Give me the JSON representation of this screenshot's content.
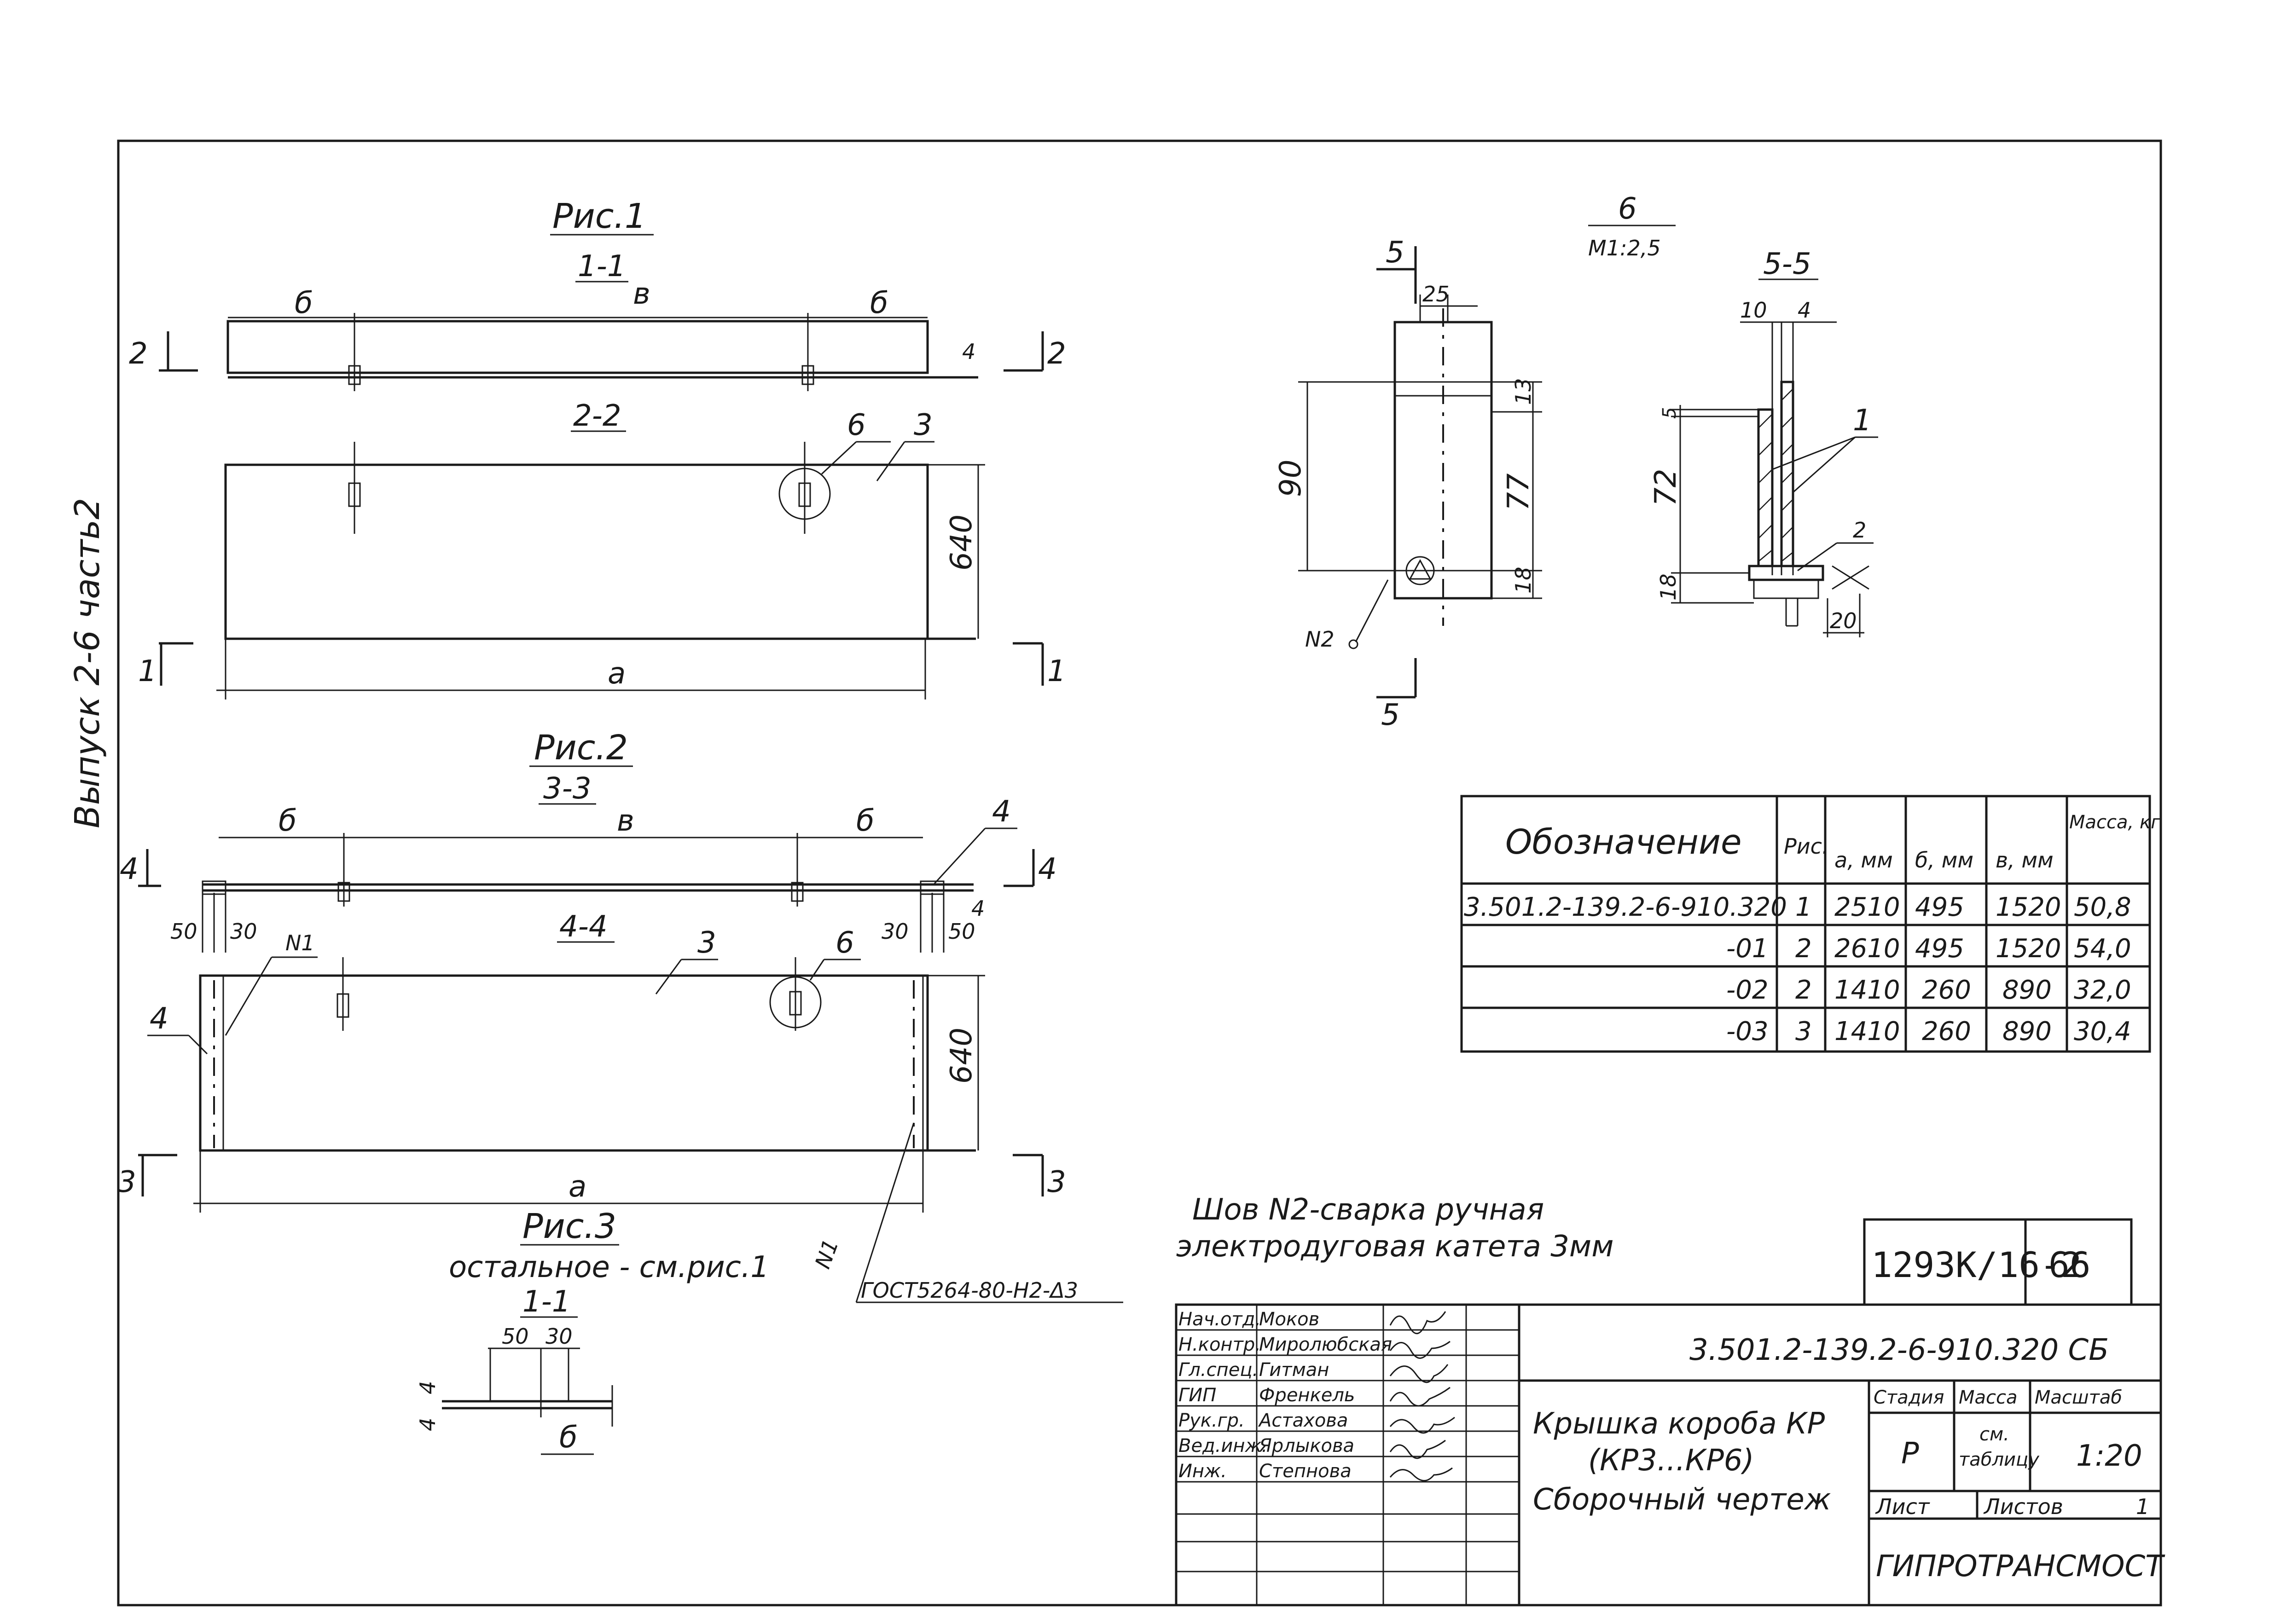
{
  "side_label": "Выпуск 2-6 часть2",
  "fig1": {
    "title": "Рис.1",
    "sec11": "1-1",
    "sec22": "2-2",
    "dim_b": "б",
    "dim_v": "в",
    "dim_a": "а",
    "h640": "640",
    "t4": "4",
    "cut2": "2",
    "cut1": "1",
    "pos3": "3",
    "pos6": "6"
  },
  "fig2": {
    "title": "Рис.2",
    "sec33": "3-3",
    "sec44": "4-4",
    "dim_b": "б",
    "dim_v": "в",
    "dim_a": "а",
    "d50": "50",
    "d30": "30",
    "n1": "N1",
    "pos4": "4",
    "pos3": "3",
    "pos6": "6",
    "h640": "640",
    "cut4": "4",
    "cut3": "3",
    "t4": "4"
  },
  "fig3": {
    "title": "Рис.3",
    "note": "остальное - см.рис.1",
    "sec11": "1-1",
    "d50": "50",
    "d30": "30",
    "t4": "4",
    "dim_b": "б"
  },
  "weld_ref": "ГОСТ5264-80-Н2-Δ3",
  "weld_mark": "N1",
  "detail6": {
    "title": "6",
    "scale": "М1:2,5",
    "cut5": "5",
    "d25": "25",
    "d90": "90",
    "d77": "77",
    "d13": "13",
    "d18": "18",
    "n2": "N2"
  },
  "sec55": {
    "title": "5-5",
    "d10": "10",
    "d4": "4",
    "d5": "5",
    "d72": "72",
    "d18": "18",
    "d20": "20",
    "pos1": "1",
    "pos2": "2"
  },
  "spec_table": {
    "headers": [
      "Обозначение",
      "Рис.",
      "а, мм",
      "б, мм",
      "в, мм",
      "Масса, кг"
    ],
    "rows": [
      [
        "3.501.2-139.2-6-910.320",
        "1",
        "2510",
        "495",
        "1520",
        "50,8"
      ],
      [
        "-01",
        "2",
        "2610",
        "495",
        "1520",
        "54,0"
      ],
      [
        "-02",
        "2",
        "1410",
        "260",
        "890",
        "32,0"
      ],
      [
        "-03",
        "3",
        "1410",
        "260",
        "890",
        "30,4"
      ]
    ]
  },
  "weld_note_1": "Шов N2-сварка ручная",
  "weld_note_2": "электродуговая катета 3мм",
  "stamp_code": "1293К/16-2",
  "stamp_sheet": "66",
  "title_block": {
    "designation": "3.501.2-139.2-6-910.320 СБ",
    "name_1": "Крышка короба КР",
    "name_2": "(КР3...КР6)",
    "name_3": "Сборочный чертеж",
    "stage_h": "Стадия",
    "mass_h": "Масса",
    "scale_h": "Масштаб",
    "stage": "Р",
    "mass_1": "см.",
    "mass_2": "таблицу",
    "scale": "1:20",
    "sheet_h": "Лист",
    "sheets_h": "Листов",
    "sheets": "1",
    "org": "ГИПРОТРАНСМОСТ",
    "roles": [
      {
        "role": "Нач.отд.",
        "name": "Моков"
      },
      {
        "role": "Н.контр.",
        "name": "Миролюбская"
      },
      {
        "role": "Гл.спец.",
        "name": "Гитман"
      },
      {
        "role": "ГИП",
        "name": "Френкель"
      },
      {
        "role": "Рук.гр.",
        "name": "Астахова"
      },
      {
        "role": "Вед.инж.",
        "name": "Ярлыкова"
      },
      {
        "role": "Инж.",
        "name": "Степнова"
      }
    ]
  }
}
